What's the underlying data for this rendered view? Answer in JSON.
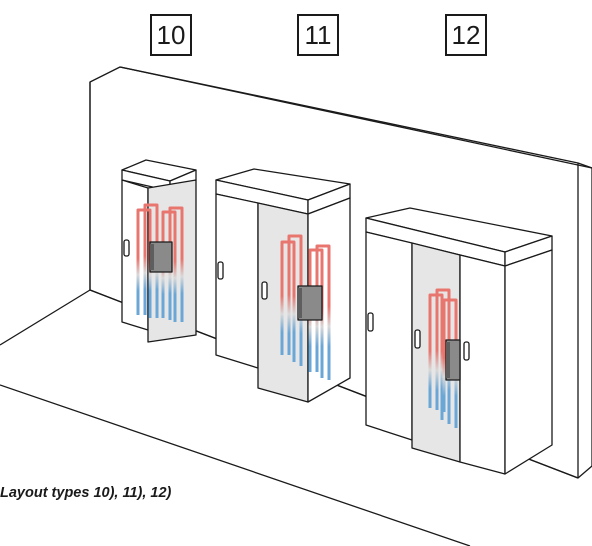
{
  "labels": {
    "type10": "10",
    "type11": "11",
    "type12": "12"
  },
  "caption": "Layout types 10), 11), 12)",
  "colors": {
    "line": "#1a1a1a",
    "hot": "#e8766f",
    "cold": "#6aa6d6",
    "panel": "#e6e6e6",
    "module": "#8a8a8a"
  }
}
